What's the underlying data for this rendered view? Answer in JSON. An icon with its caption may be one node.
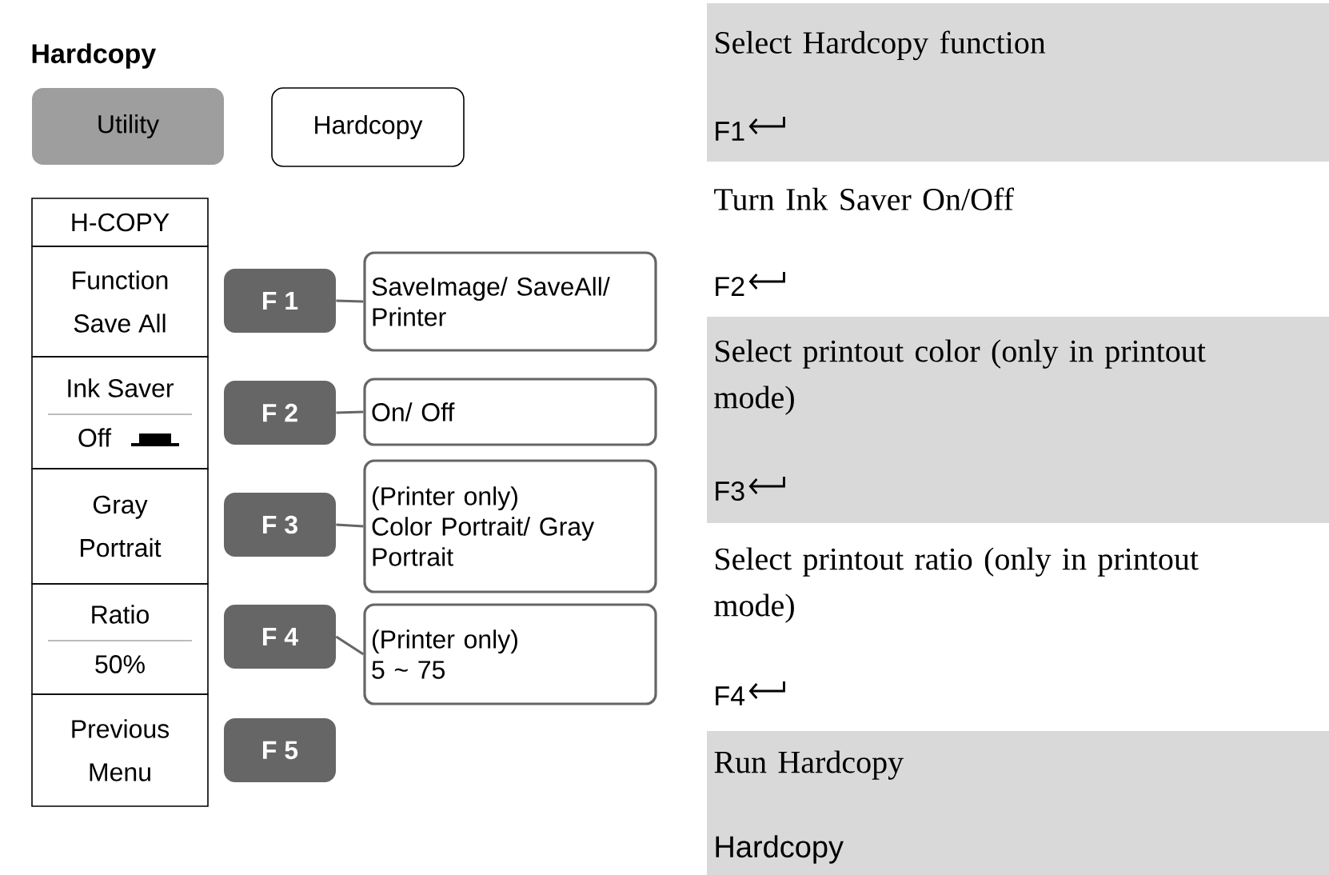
{
  "diagram": {
    "title": "Hardcopy",
    "nodes": [
      {
        "text": [
          "Utility"
        ]
      },
      {
        "text": [
          "Hardcopy"
        ]
      },
      {
        "text": [
          "H-COPY"
        ]
      },
      {
        "text": [
          "Function",
          "Save All"
        ]
      },
      {
        "text": [
          "Ink Saver",
          "Off"
        ]
      },
      {
        "text": [
          "Gray",
          "Portrait"
        ]
      },
      {
        "text": [
          "Ratio",
          "50%"
        ]
      },
      {
        "text": [
          "Previous",
          "Menu"
        ]
      },
      {
        "text": [
          "F 1"
        ]
      },
      {
        "text": [
          "SaveImage/ SaveAll/ Printer"
        ]
      },
      {
        "text": [
          "F 2"
        ]
      },
      {
        "text": [
          "On/ Off"
        ]
      },
      {
        "text": [
          "F 3"
        ]
      },
      {
        "text": [
          "(Printer only)",
          "Color Portrait/ Gray Portrait"
        ]
      },
      {
        "text": [
          "F 4"
        ]
      },
      {
        "text": [
          "(Printer only)",
          "5 ~ 75"
        ]
      },
      {
        "text": [
          "F 5"
        ]
      }
    ],
    "edges": [
      {
        "from": 8,
        "to": 9,
        "arrow": "none"
      },
      {
        "from": 10,
        "to": 11,
        "arrow": "none"
      },
      {
        "from": 12,
        "to": 13,
        "arrow": "none"
      },
      {
        "from": 14,
        "to": 15,
        "arrow": "none"
      }
    ],
    "labels": [
      "Select Hardcopy function",
      "F1",
      "Turn Ink Saver On/Off",
      "F2",
      "Select printout color (only in printout mode)",
      "F3",
      "Select printout ratio (only in printout mode)",
      "F4",
      "Run Hardcopy",
      "Hardcopy"
    ]
  }
}
